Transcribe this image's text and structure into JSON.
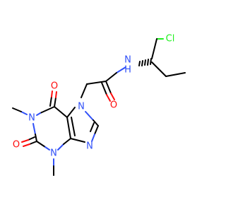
{
  "molecule": {
    "atom_labels": {
      "cl": "Cl",
      "nh_n": "N",
      "nh_h": "H",
      "o_amide": "O",
      "o_top": "O",
      "o_left": "O",
      "n7": "N",
      "n1": "N",
      "n3": "N",
      "n9": "N"
    },
    "colors": {
      "carbon": "#000000",
      "oxygen": "#FF0D0D",
      "nitrogen": "#3050F8",
      "chlorine": "#1FF01F"
    }
  }
}
